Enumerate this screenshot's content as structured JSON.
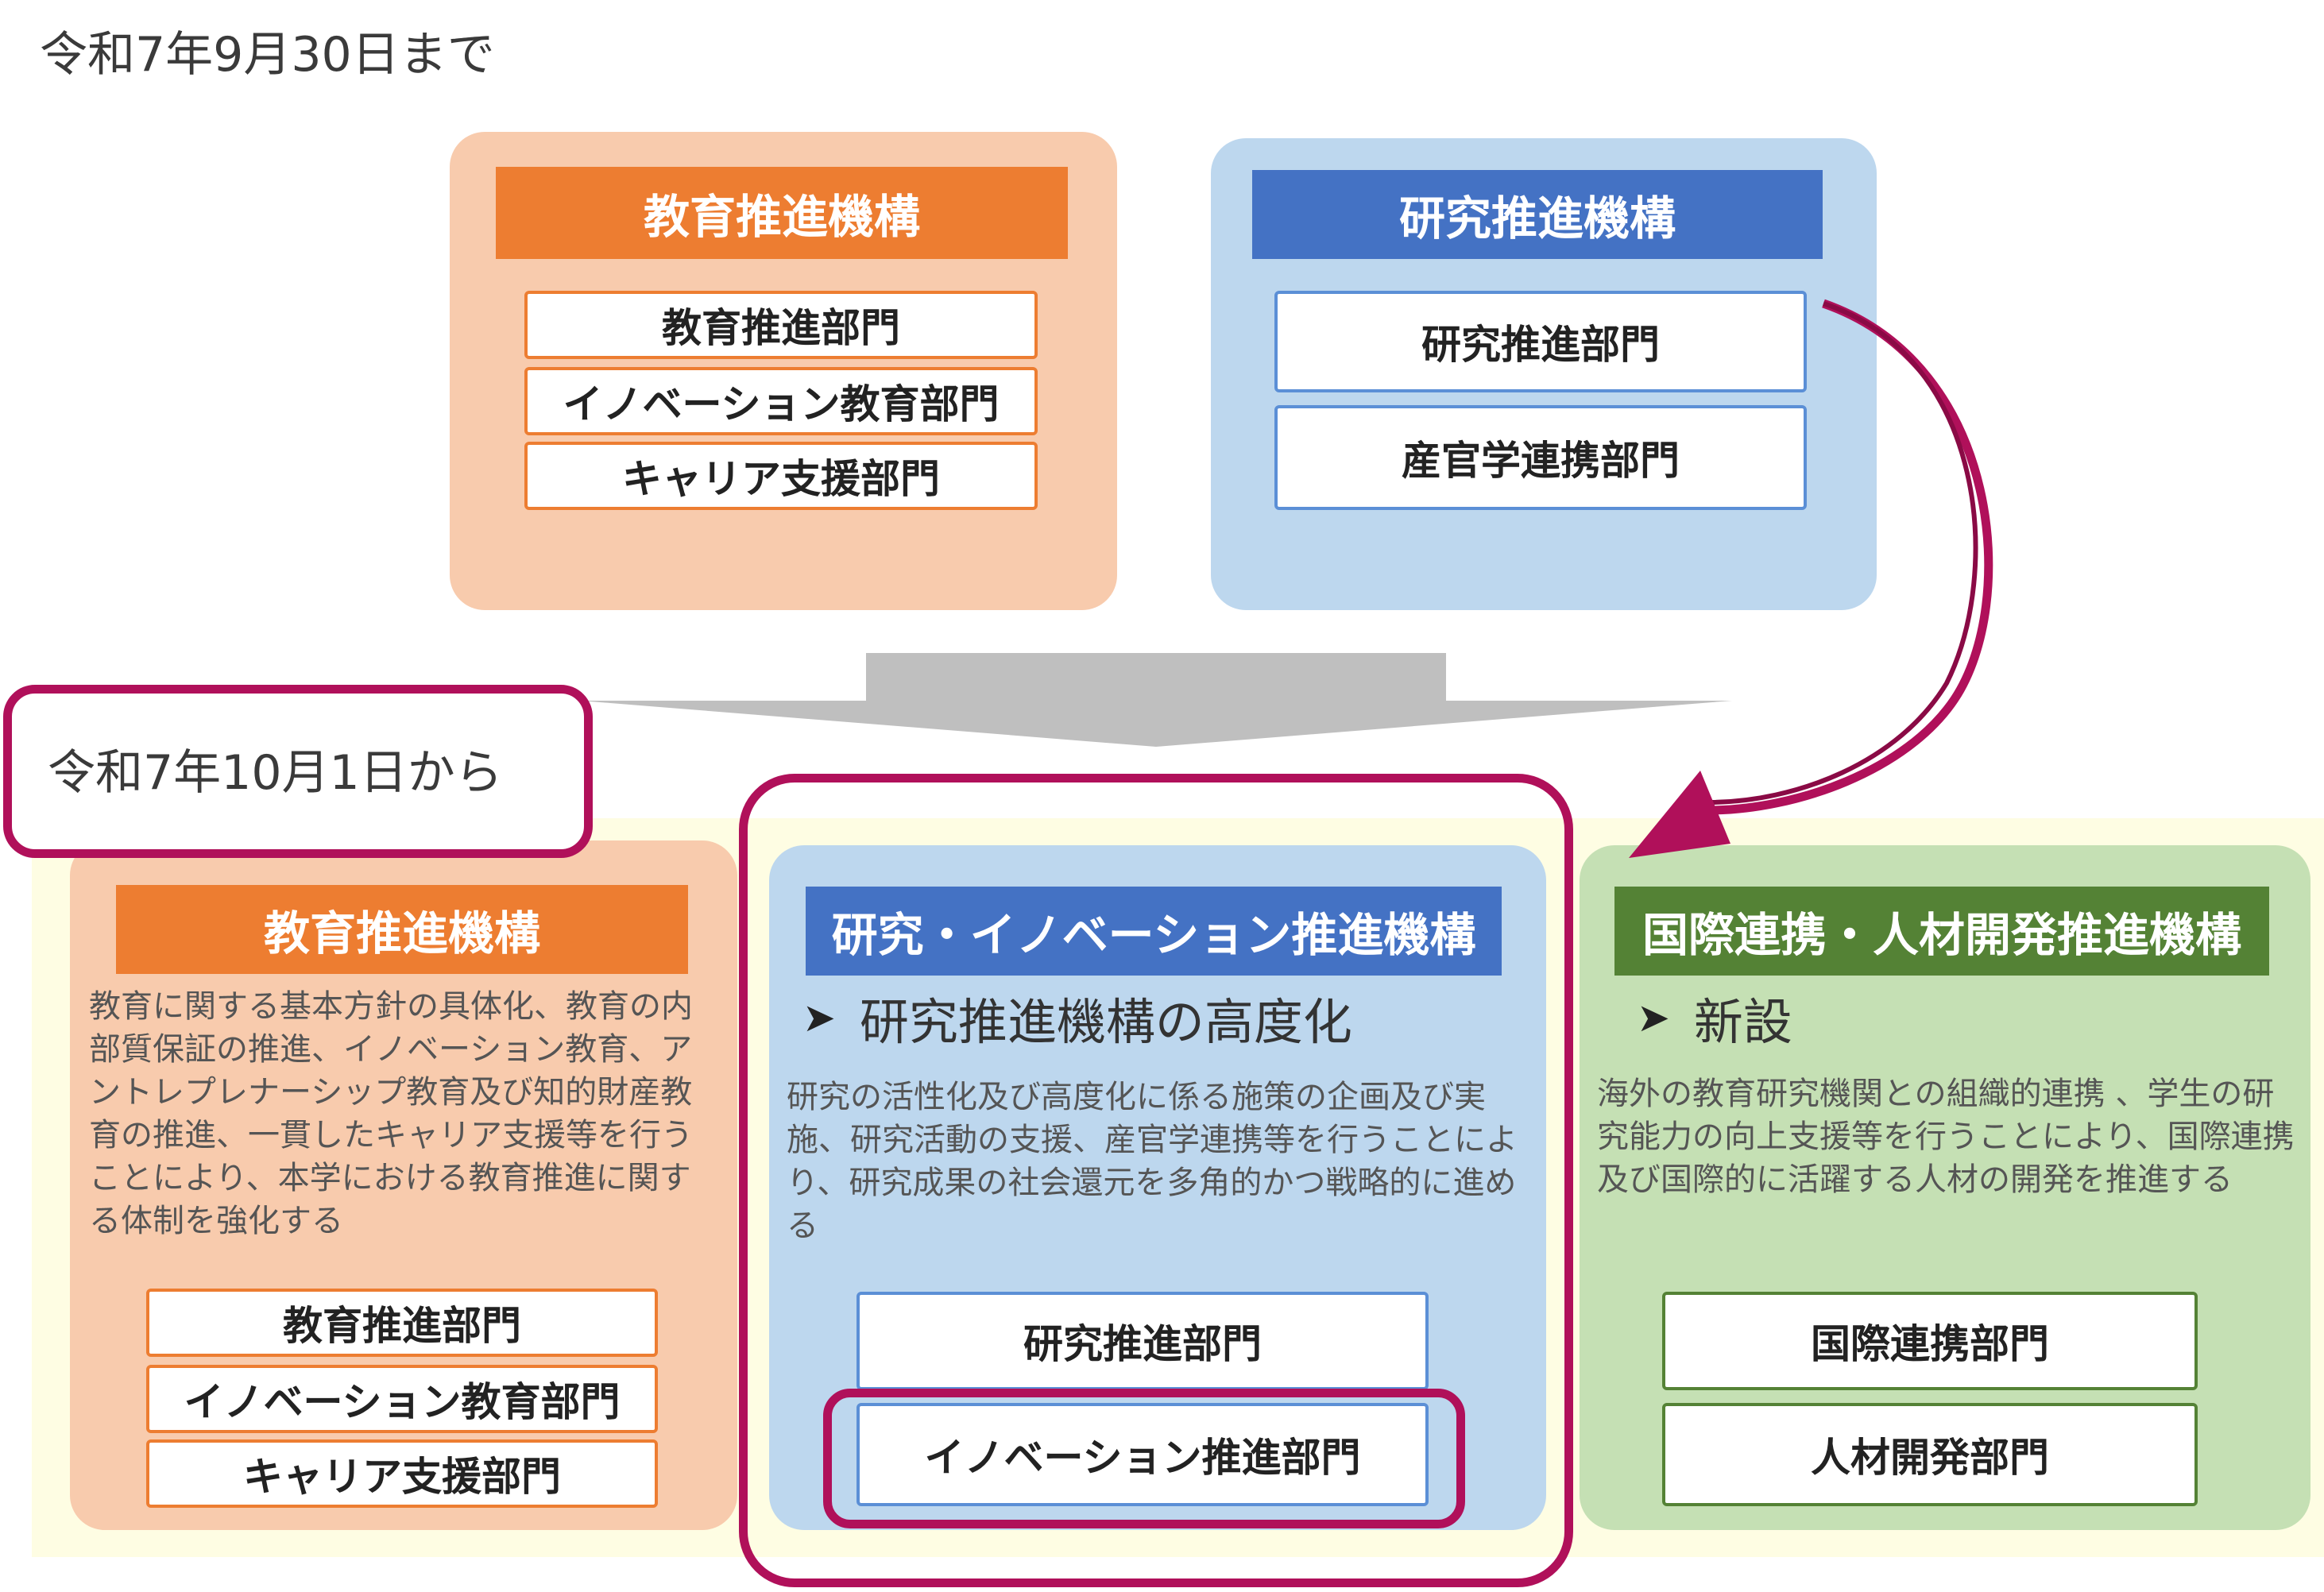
{
  "before": {
    "date_label": "令和7年9月30日まで",
    "education": {
      "title": "教育推進機構",
      "departments": [
        "教育推進部門",
        "イノベーション教育部門",
        "キャリア支援部門"
      ]
    },
    "research": {
      "title": "研究推進機構",
      "departments": [
        "研究推進部門",
        "産官学連携部門"
      ]
    }
  },
  "after": {
    "date_label": "令和7年10月1日から",
    "education": {
      "title": "教育推進機構",
      "description": "教育に関する基本方針の具体化、教育の内部質保証の推進、イノベーション教育、アントレプレナーシップ教育及び知的財産教育の推進、一貫したキャリア支援等を行うことにより、本学における教育推進に関する体制を強化する",
      "departments": [
        "教育推進部門",
        "イノベーション教育部門",
        "キャリア支援部門"
      ]
    },
    "research": {
      "title": "研究・イノベーション推進機構",
      "bullet": "研究推進機構の高度化",
      "description": "研究の活性化及び高度化に係る施策の企画及び実施、研究活動の支援、産官学連携等を行うことにより、研究成果の社会還元を多角的かつ戦略的に進める",
      "departments": [
        "研究推進部門",
        "イノベーション推進部門"
      ]
    },
    "international": {
      "title": "国際連携・人材開発推進機構",
      "bullet": "新設",
      "description": "海外の教育研究機関との組織的連携 、学生の研究能力の向上支援等を行うことにより、国際連携及び国際的に活躍する人材の開発を推進する",
      "departments": [
        "国際連携部門",
        "人材開発部門"
      ]
    }
  },
  "colors": {
    "orange_panel": "#f8cbad",
    "orange_header": "#ed7d31",
    "blue_panel": "#bdd7ee",
    "blue_header": "#4472c4",
    "green_panel": "#c5e0b4",
    "green_header": "#548235",
    "highlight": "#b0105a",
    "bottom_background": "#fefde3"
  },
  "icons": {
    "bullet": "arrowhead-bullet-icon",
    "transition_arrow": "gray-down-arrow",
    "move_arrow": "curved-arrow-icon"
  }
}
